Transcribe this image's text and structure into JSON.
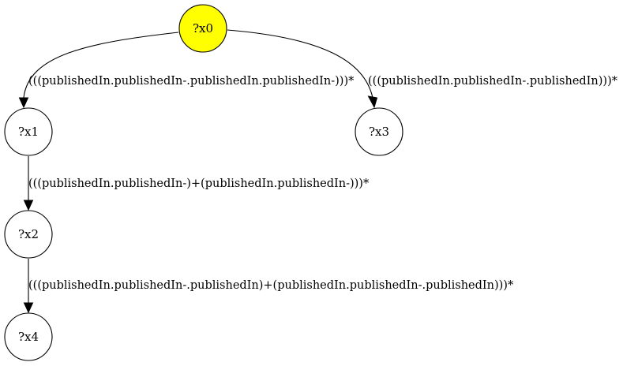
{
  "nodes": [
    {
      "id": "x0",
      "label": "?x0",
      "fill": "#ffff00"
    },
    {
      "id": "x1",
      "label": "?x1",
      "fill": "#ffffff"
    },
    {
      "id": "x3",
      "label": "?x3",
      "fill": "#ffffff"
    },
    {
      "id": "x2",
      "label": "?x2",
      "fill": "#ffffff"
    },
    {
      "id": "x4",
      "label": "?x4",
      "fill": "#ffffff"
    }
  ],
  "edges": [
    {
      "from": "x0",
      "to": "x1",
      "label": "(((publishedIn.publishedIn-.publishedIn.publishedIn-)))*"
    },
    {
      "from": "x0",
      "to": "x3",
      "label": "(((publishedIn.publishedIn-.publishedIn)))*"
    },
    {
      "from": "x1",
      "to": "x2",
      "label": "(((publishedIn.publishedIn-)+(publishedIn.publishedIn-)))*"
    },
    {
      "from": "x2",
      "to": "x4",
      "label": "(((publishedIn.publishedIn-.publishedIn)+(publishedIn.publishedIn-.publishedIn)))*"
    }
  ]
}
